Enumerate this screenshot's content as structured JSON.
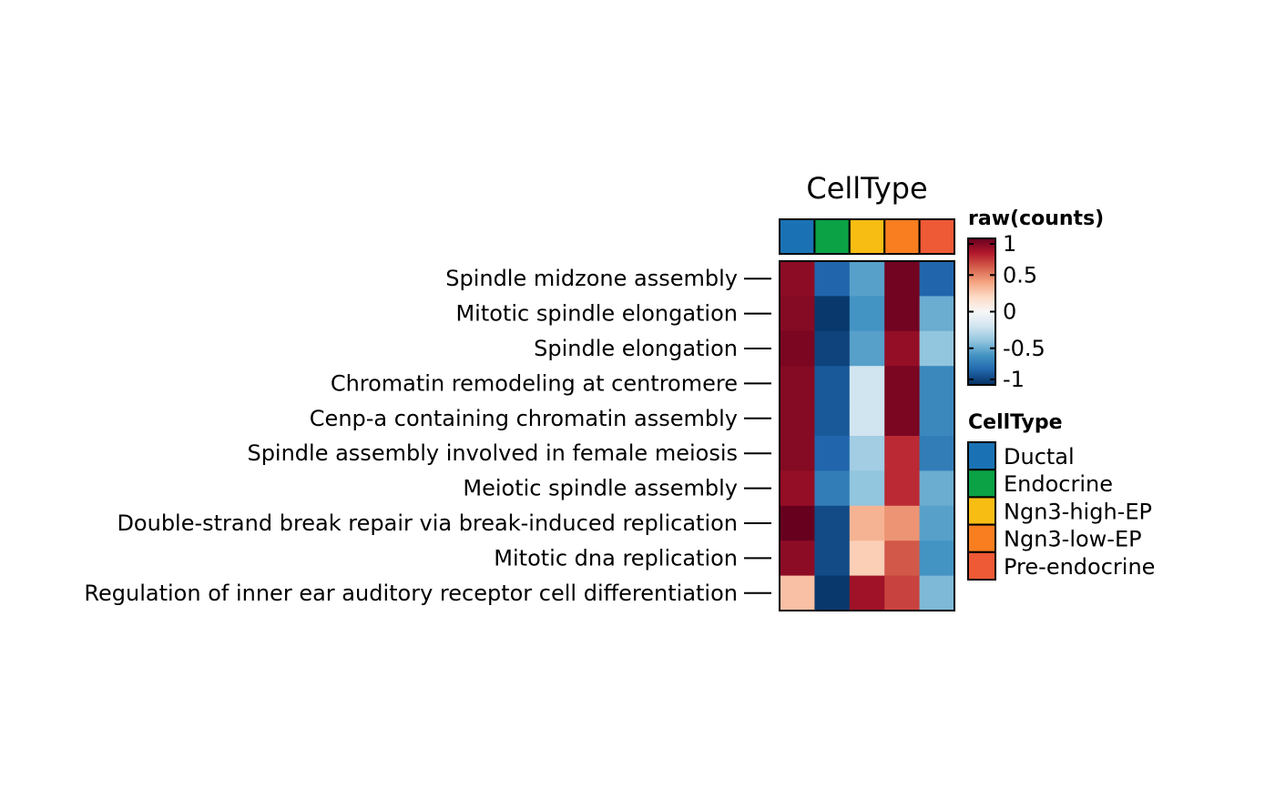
{
  "chart_data": {
    "type": "heatmap",
    "title": "CellType",
    "rows": [
      "Spindle midzone assembly",
      "Mitotic spindle elongation",
      "Spindle elongation",
      "Chromatin remodeling at centromere",
      "Cenp-a containing chromatin assembly",
      "Spindle assembly involved in female meiosis",
      "Meiotic spindle assembly",
      "Double-strand break repair via break-induced replication",
      "Mitotic dna replication",
      "Regulation of inner ear auditory receptor cell differentiation"
    ],
    "columns": [
      "Ductal",
      "Endocrine",
      "Ngn3-high-EP",
      "Ngn3-low-EP",
      "Pre-endocrine"
    ],
    "values": [
      [
        0.9,
        -0.8,
        -0.55,
        0.97,
        -0.8
      ],
      [
        0.92,
        -0.97,
        -0.6,
        0.97,
        -0.5
      ],
      [
        0.95,
        -0.93,
        -0.55,
        0.88,
        -0.4
      ],
      [
        0.92,
        -0.85,
        -0.2,
        0.95,
        -0.65
      ],
      [
        0.92,
        -0.85,
        -0.2,
        0.95,
        -0.65
      ],
      [
        0.92,
        -0.8,
        -0.35,
        0.75,
        -0.7
      ],
      [
        0.88,
        -0.7,
        -0.4,
        0.75,
        -0.5
      ],
      [
        1.0,
        -0.9,
        0.35,
        0.45,
        -0.55
      ],
      [
        0.9,
        -0.9,
        0.25,
        0.62,
        -0.6
      ],
      [
        0.3,
        -0.97,
        0.85,
        0.68,
        -0.45
      ]
    ],
    "color_legend": {
      "title": "raw(counts)",
      "range": [
        -1,
        1
      ],
      "ticks": [
        1,
        0.5,
        0,
        -0.5,
        -1
      ],
      "tick_labels": [
        "1",
        "0.5",
        "0",
        "-0.5",
        "-1"
      ],
      "colors": [
        "#053061",
        "#2166ac",
        "#4393c3",
        "#92c5de",
        "#d1e5f0",
        "#f7f7f7",
        "#fddbc7",
        "#f4a582",
        "#d6604d",
        "#b2182b",
        "#67001f"
      ]
    },
    "annotation_legend": {
      "title": "CellType",
      "items": [
        {
          "label": "Ductal",
          "color": "#1a72b4"
        },
        {
          "label": "Endocrine",
          "color": "#0aa245"
        },
        {
          "label": "Ngn3-high-EP",
          "color": "#f8bd13"
        },
        {
          "label": "Ngn3-low-EP",
          "color": "#f87e1f"
        },
        {
          "label": "Pre-endocrine",
          "color": "#ee5936"
        }
      ]
    }
  }
}
